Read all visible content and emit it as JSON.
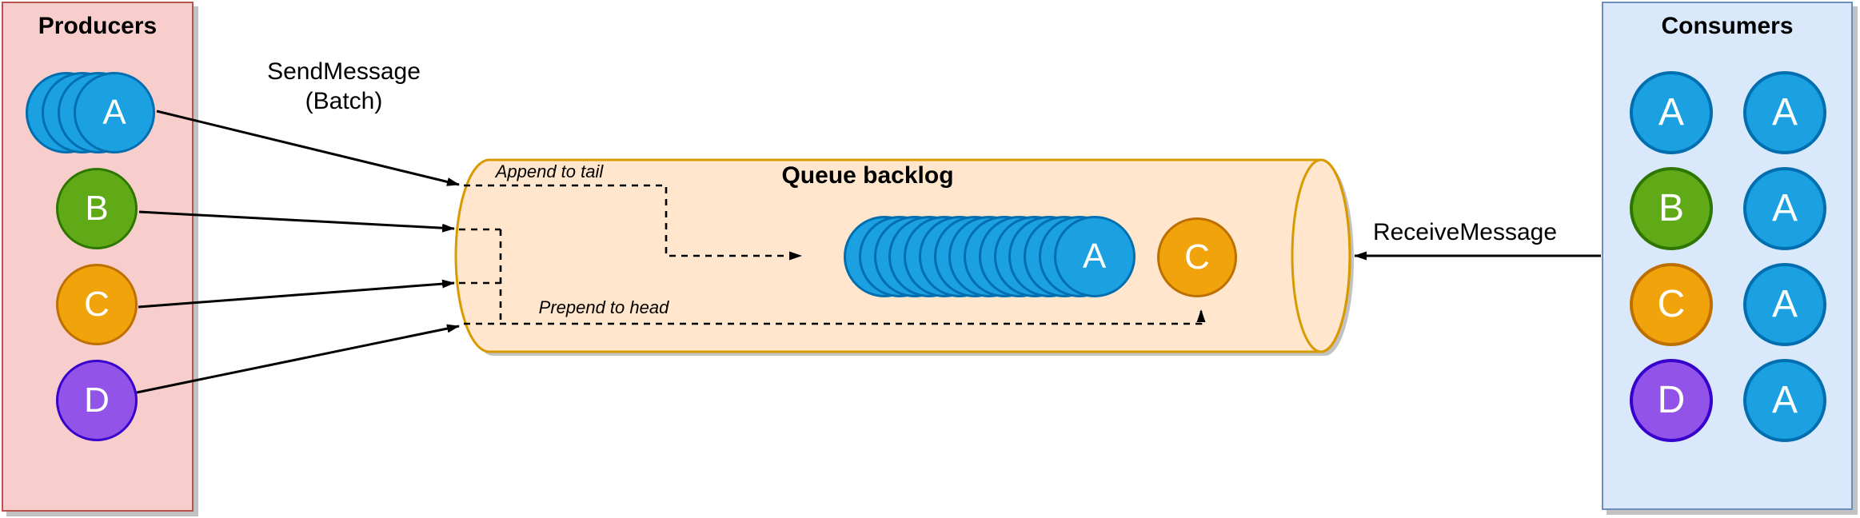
{
  "titles": {
    "producers": "Producers",
    "consumers": "Consumers",
    "queue": "Queue backlog"
  },
  "labels": {
    "send_line1": "SendMessage",
    "send_line2": "(Batch)",
    "receive": "ReceiveMessage",
    "append": "Append to tail",
    "prepend": "Prepend to head"
  },
  "producers": {
    "items": [
      {
        "label": "A",
        "color": "blue",
        "stack": 4
      },
      {
        "label": "B",
        "color": "green",
        "stack": 1
      },
      {
        "label": "C",
        "color": "orange",
        "stack": 1
      },
      {
        "label": "D",
        "color": "purple",
        "stack": 1
      }
    ]
  },
  "consumers": {
    "rows": [
      {
        "left": {
          "label": "A",
          "color": "blue"
        },
        "right": {
          "label": "A",
          "color": "blue"
        }
      },
      {
        "left": {
          "label": "B",
          "color": "green"
        },
        "right": {
          "label": "A",
          "color": "blue"
        }
      },
      {
        "left": {
          "label": "C",
          "color": "orange"
        },
        "right": {
          "label": "A",
          "color": "blue"
        }
      },
      {
        "left": {
          "label": "D",
          "color": "purple"
        },
        "right": {
          "label": "A",
          "color": "blue"
        }
      }
    ]
  },
  "queue": {
    "backlog": {
      "label": "A",
      "color": "blue",
      "stack": 15
    },
    "head": {
      "label": "C",
      "color": "orange"
    }
  },
  "palette": {
    "blue": {
      "fill": "#1ba1e2",
      "stroke": "#006eaf"
    },
    "green": {
      "fill": "#60a917",
      "stroke": "#2d7600"
    },
    "orange": {
      "fill": "#f0a30a",
      "stroke": "#bd7000"
    },
    "purple": {
      "fill": "#9254e8",
      "stroke": "#3700cc"
    }
  },
  "panels": {
    "producers": {
      "fill": "#f8cecc",
      "stroke": "#b85450"
    },
    "consumers": {
      "fill": "#dae8fc",
      "stroke": "#6c8ebf"
    },
    "queue": {
      "fill": "#ffe6cc",
      "stroke": "#d79b00"
    }
  },
  "edge_color": "#000000"
}
